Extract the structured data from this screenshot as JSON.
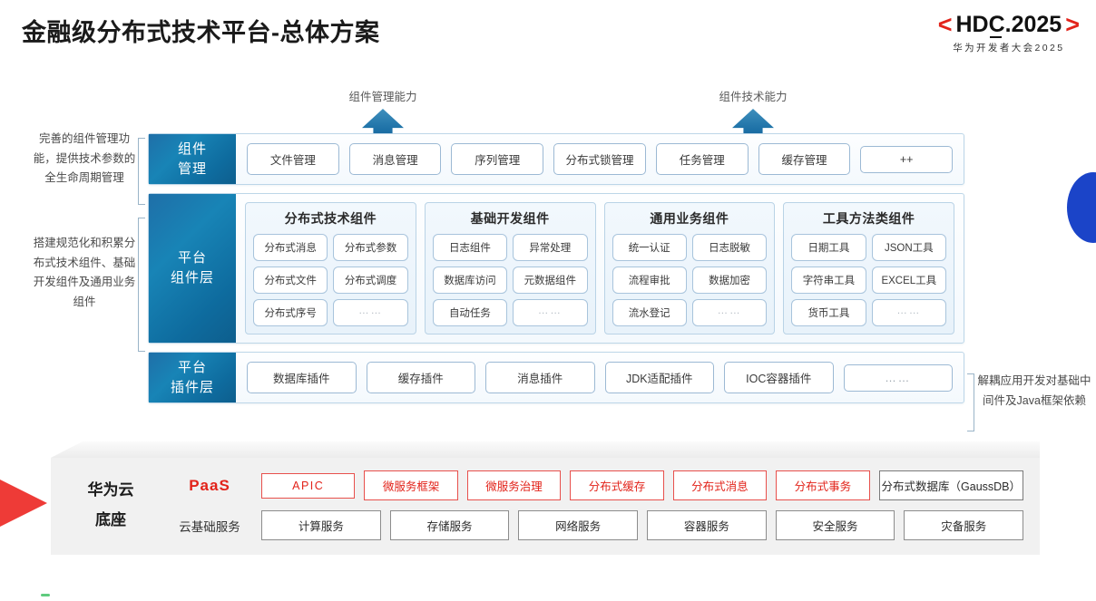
{
  "header": {
    "title": "金融级分布式技术平台-总体方案",
    "logo": {
      "bracket_left": "<",
      "bracket_right": ">",
      "main": "HDC.2025",
      "subtitle": "华为开发者大会2025",
      "bracket_color": "#e2231a"
    }
  },
  "capabilities": [
    {
      "label": "组件管理能力",
      "icon": "arrow-up-icon"
    },
    {
      "label": "组件技术能力",
      "icon": "arrow-up-icon"
    }
  ],
  "notes": {
    "left_top": "完善的组件管理功能，提供技术参数的全生命周期管理",
    "left_bottom": "搭建规范化和积累分布式技术组件、基础开发组件及通用业务组件",
    "right": "解耦应用开发对基础中间件及Java框架依赖"
  },
  "bands": [
    {
      "label": "组件\n管理",
      "label_lines": [
        "组件",
        "管理"
      ],
      "chips": [
        "文件管理",
        "消息管理",
        "序列管理",
        "分布式锁管理",
        "任务管理",
        "缓存管理",
        "++"
      ]
    },
    {
      "label_lines": [
        "平台",
        "组件层"
      ],
      "groups": [
        {
          "title": "分布式技术组件",
          "cells": [
            "分布式消息",
            "分布式参数",
            "分布式文件",
            "分布式调度",
            "分布式序号",
            "……"
          ]
        },
        {
          "title": "基础开发组件",
          "cells": [
            "日志组件",
            "异常处理",
            "数据库访问",
            "元数据组件",
            "自动任务",
            "……"
          ]
        },
        {
          "title": "通用业务组件",
          "cells": [
            "统一认证",
            "日志脱敏",
            "流程审批",
            "数据加密",
            "流水登记",
            "……"
          ]
        },
        {
          "title": "工具方法类组件",
          "cells": [
            "日期工具",
            "JSON工具",
            "字符串工具",
            "EXCEL工具",
            "货币工具",
            "……"
          ]
        }
      ]
    },
    {
      "label_lines": [
        "平台",
        "插件层"
      ],
      "chips": [
        "数据库插件",
        "缓存插件",
        "消息插件",
        "JDK适配插件",
        "IOC容器插件",
        "……"
      ]
    }
  ],
  "base": {
    "title_lines": [
      "华为云",
      "底座"
    ],
    "rows": [
      {
        "tag": "PaaS",
        "tag_style": "paas",
        "items": [
          {
            "label": "APIC",
            "style": "red"
          },
          {
            "label": "微服务框架",
            "style": "red"
          },
          {
            "label": "微服务治理",
            "style": "red"
          },
          {
            "label": "分布式缓存",
            "style": "red"
          },
          {
            "label": "分布式消息",
            "style": "red"
          },
          {
            "label": "分布式事务",
            "style": "red"
          },
          {
            "label": "分布式数据库（GaussDB）",
            "style": "gray"
          }
        ]
      },
      {
        "tag": "云基础服务",
        "tag_style": "basic",
        "items": [
          {
            "label": "计算服务",
            "style": "white"
          },
          {
            "label": "存储服务",
            "style": "white"
          },
          {
            "label": "网络服务",
            "style": "white"
          },
          {
            "label": "容器服务",
            "style": "white"
          },
          {
            "label": "安全服务",
            "style": "white"
          },
          {
            "label": "灾备服务",
            "style": "white"
          }
        ]
      }
    ]
  },
  "colors": {
    "brand_red": "#e2231a",
    "band_blue": "#1884b6",
    "accent_blue": "#1b44c8",
    "base_gray": "#f1f1f1"
  }
}
